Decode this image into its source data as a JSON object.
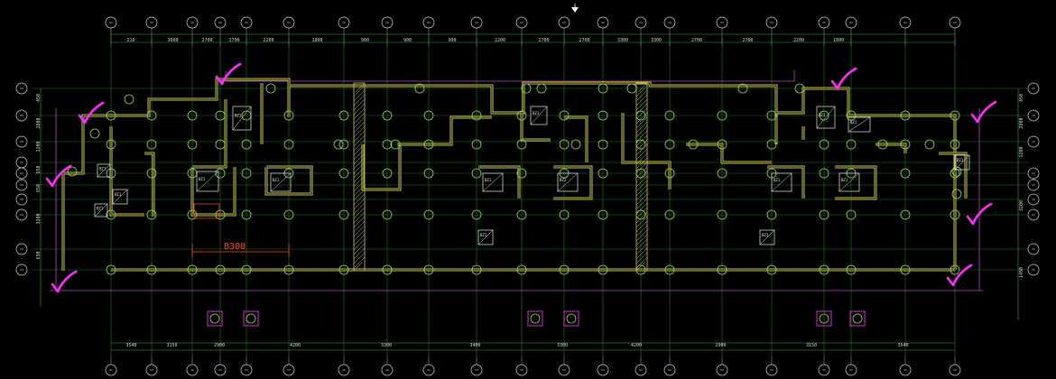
{
  "colors": {
    "background": "#000000",
    "grid_line": "#1f7a1f",
    "wall": "#c8c850",
    "column": "#9ad94a",
    "dimension": "#3fa83f",
    "annotation": "#ff3cff",
    "red": "#ff4a2a",
    "magenta_line": "#c040c0"
  },
  "drawing": {
    "red_label": "B300",
    "top_dims": [
      "210",
      "3600",
      "2700",
      "2700",
      "2200",
      "1800",
      "900",
      "900",
      "900",
      "2200",
      "2700",
      "2700",
      "3300",
      "3300",
      "2700",
      "2700",
      "2200",
      "1800"
    ],
    "bottom_dims": [
      "3540",
      "3150",
      "2900",
      "4200",
      "3300",
      "3400",
      "3300",
      "4200",
      "2900",
      "3150",
      "3540"
    ],
    "left_dims": [
      "450",
      "2800",
      "1200",
      "650",
      "650",
      "3200",
      "650"
    ],
    "right_dims": [
      "450",
      "2800",
      "1200",
      "3200",
      "1450"
    ],
    "box_label": "BZ1",
    "annotation_icon": "check-mark-icon"
  }
}
